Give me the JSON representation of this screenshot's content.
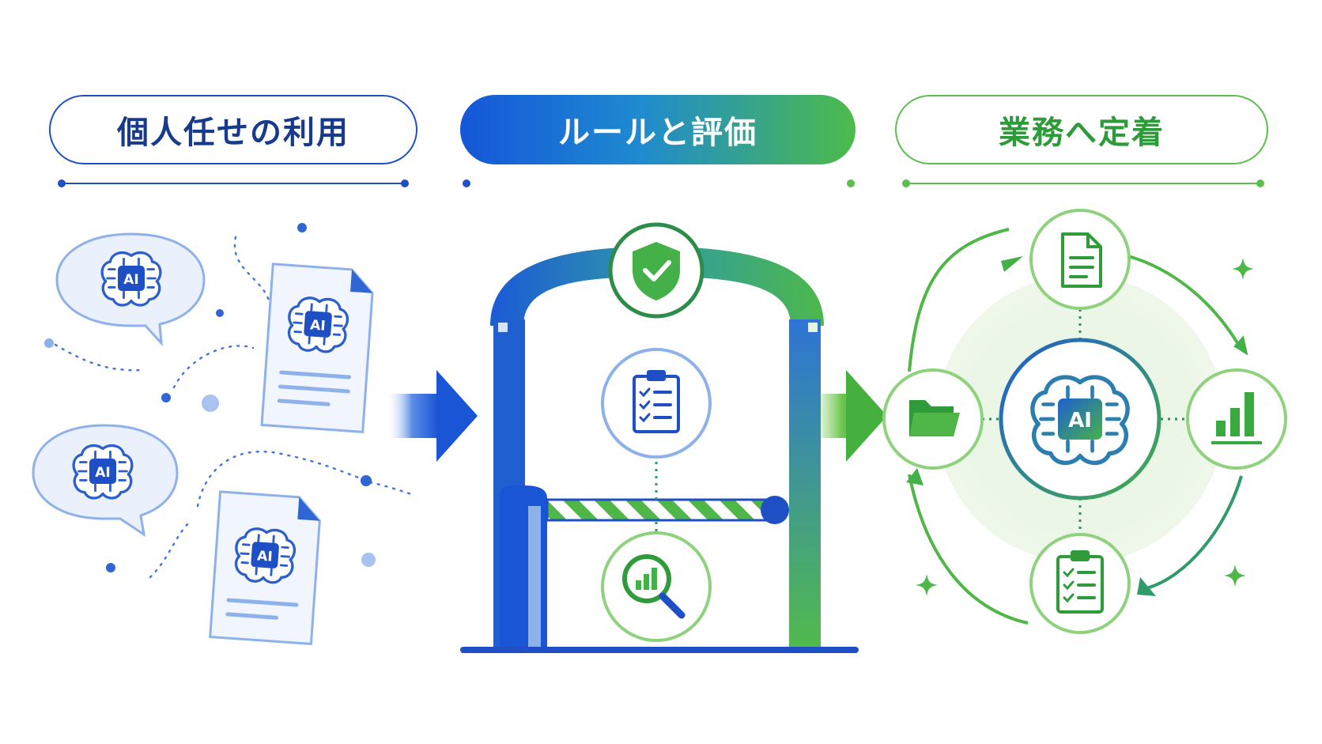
{
  "stages": [
    {
      "id": "individual",
      "label": "個人任せの利用"
    },
    {
      "id": "rules",
      "label": "ルールと評価"
    },
    {
      "id": "adoption",
      "label": "業務へ定着"
    }
  ],
  "ai_badge_text": "AI",
  "colors": {
    "blue": "#1f4fc4",
    "light_blue": "#8fb1ea",
    "green": "#45b34a",
    "light_green": "#8fd27e"
  },
  "icons": {
    "stage1": [
      "chat-bubble-ai-icon",
      "document-ai-icon"
    ],
    "stage2": [
      "shield-check-icon",
      "clipboard-checklist-icon",
      "magnifier-chart-icon",
      "barrier-gate-icon"
    ],
    "stage3": [
      "document-icon",
      "bar-chart-icon",
      "clipboard-checklist-icon",
      "folder-icon",
      "ai-brain-hub-icon",
      "sparkle-icon"
    ]
  }
}
